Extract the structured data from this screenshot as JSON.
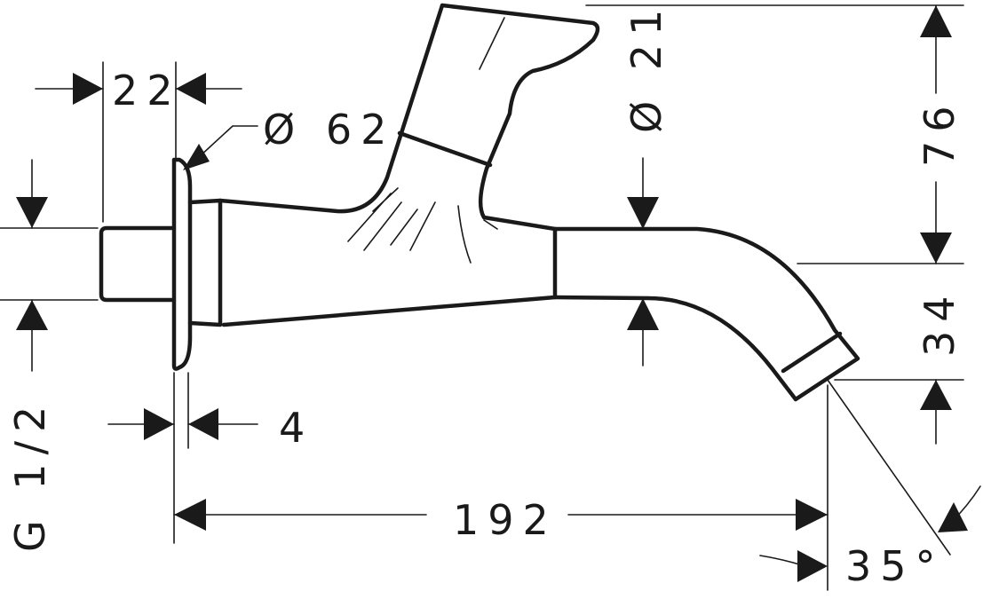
{
  "dimensions": {
    "connection_width": "22",
    "rosette_diameter": "Ø 62",
    "rosette_thickness": "4",
    "total_length": "192",
    "handle_height": "76",
    "spout_height": "34",
    "spout_diameter": "Ø 21",
    "outlet_angle": "35°",
    "thread": "G 1/2"
  }
}
